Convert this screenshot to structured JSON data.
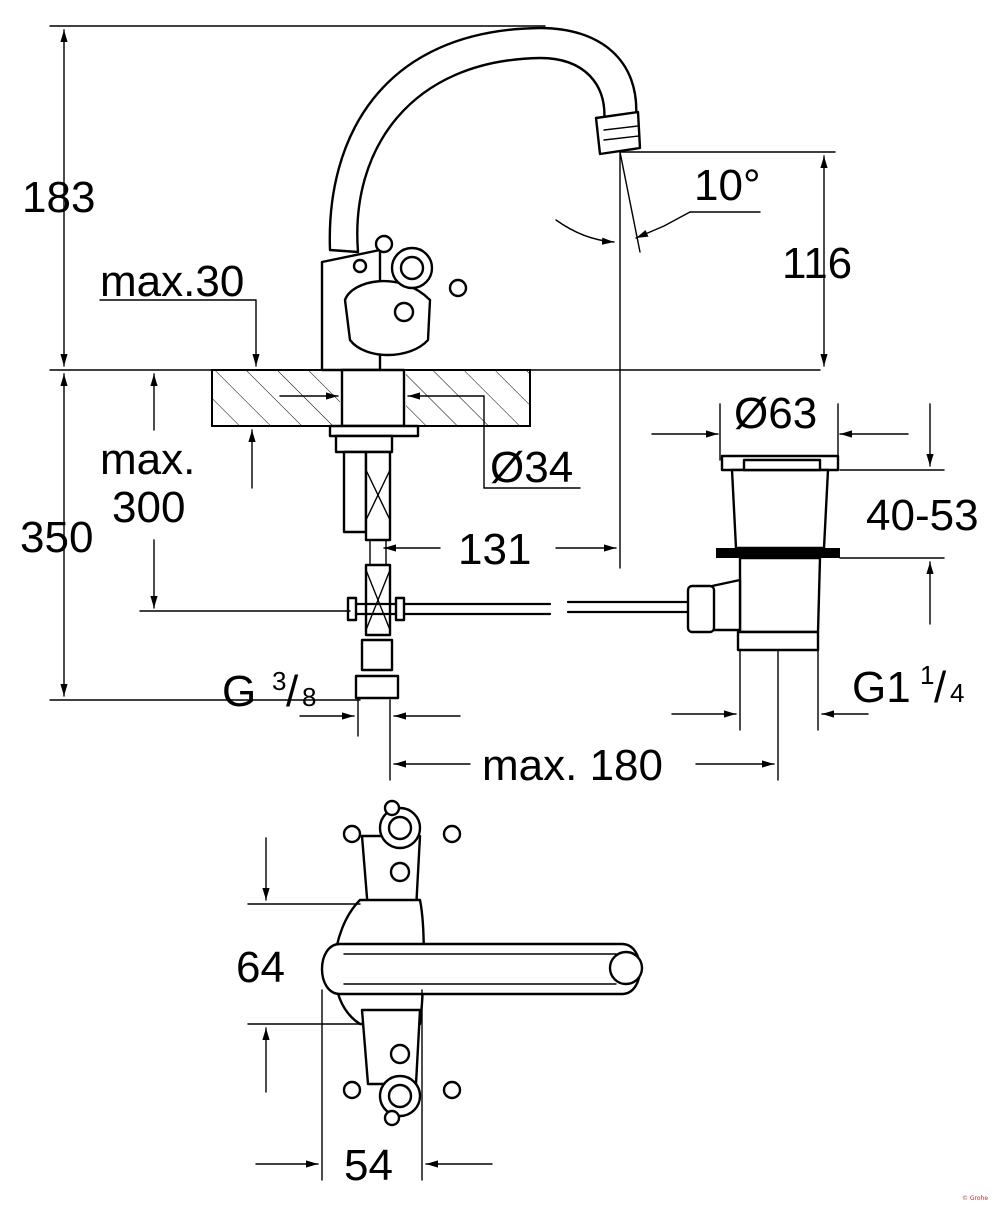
{
  "dimensions": {
    "spout_height": "183",
    "spout_outlet_height": "116",
    "spout_angle": "10°",
    "max_deck_thickness": "max.30",
    "max_below_label_1": "max.",
    "max_below_label_2": "300",
    "total_height_below": "350",
    "shank_diameter": "Ø34",
    "spout_reach": "131",
    "waste_diameter": "Ø63",
    "waste_range": "40-53",
    "thread_left_G": "G",
    "thread_left_num": "3",
    "thread_left_den": "8",
    "thread_right_G": "G1",
    "thread_right_num": "1",
    "thread_right_den": "4",
    "max_distance": "max. 180",
    "handle_spacing": "64",
    "body_width": "54"
  },
  "watermark": "© Grohe",
  "colors": {
    "line": "#000000",
    "background": "#ffffff",
    "watermark": "#b03030"
  }
}
